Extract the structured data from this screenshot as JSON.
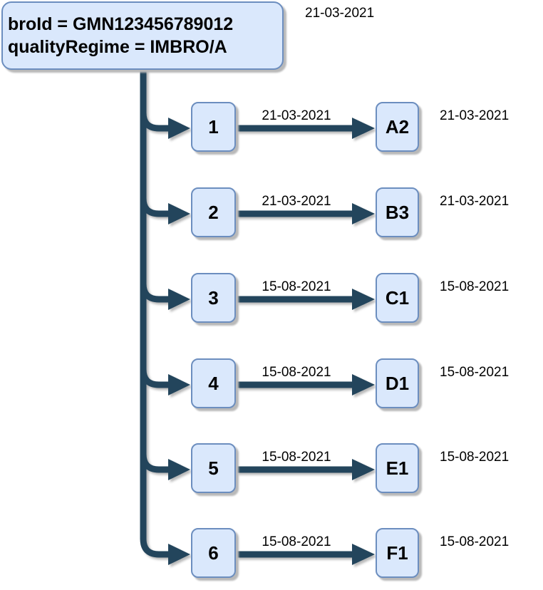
{
  "diagram": {
    "root": {
      "label_line1": "broId = GMN123456789012",
      "label_line2": "qualityRegime = IMBRO/A",
      "date": "21-03-2021"
    },
    "branches": [
      {
        "node": "1",
        "edge_date": "21-03-2021",
        "target": "A2",
        "target_date": "21-03-2021"
      },
      {
        "node": "2",
        "edge_date": "21-03-2021",
        "target": "B3",
        "target_date": "21-03-2021"
      },
      {
        "node": "3",
        "edge_date": "15-08-2021",
        "target": "C1",
        "target_date": "15-08-2021"
      },
      {
        "node": "4",
        "edge_date": "15-08-2021",
        "target": "D1",
        "target_date": "15-08-2021"
      },
      {
        "node": "5",
        "edge_date": "15-08-2021",
        "target": "E1",
        "target_date": "15-08-2021"
      },
      {
        "node": "6",
        "edge_date": "15-08-2021",
        "target": "F1",
        "target_date": "15-08-2021"
      }
    ]
  },
  "colors": {
    "node_fill": "#dae8fc",
    "node_border": "#6c8ebf",
    "edge_color": "#23455c",
    "text_color": "#000000"
  }
}
